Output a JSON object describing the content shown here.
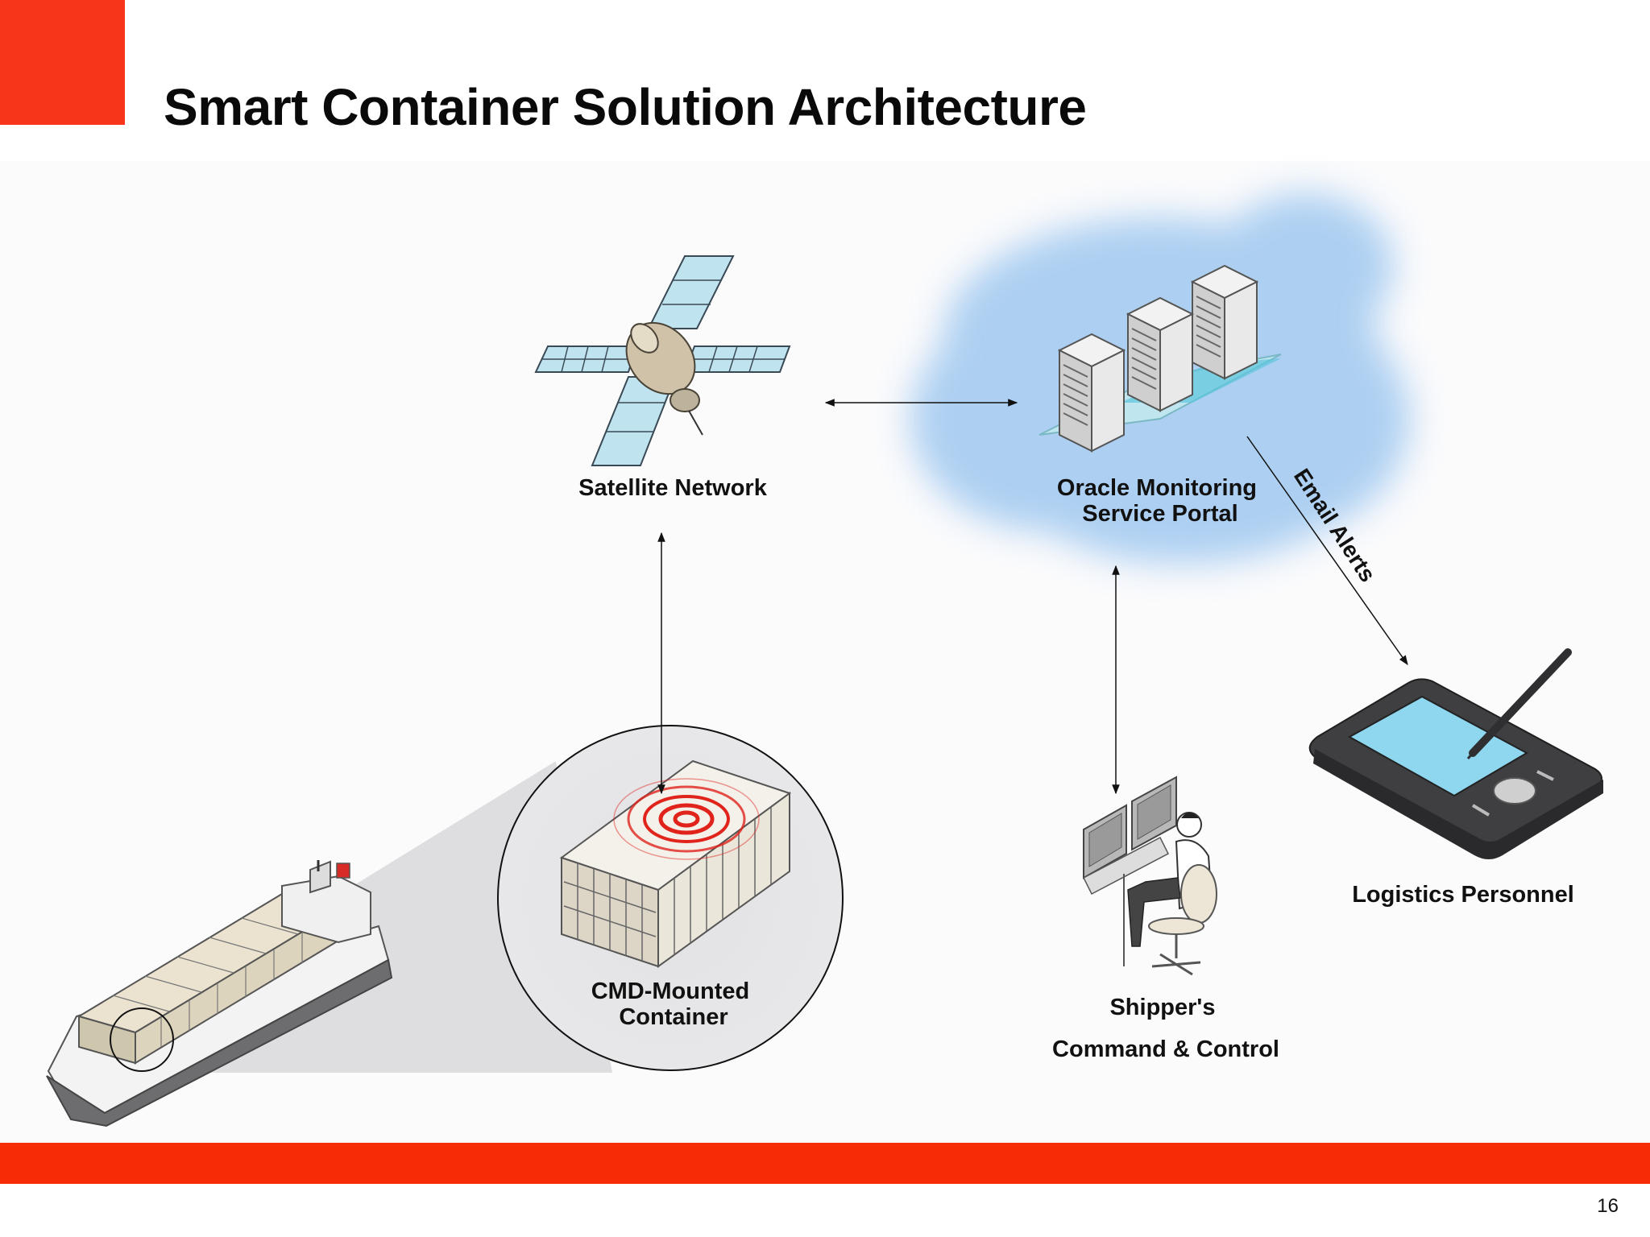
{
  "slide": {
    "title": "Smart Container Solution Architecture",
    "page_number": "16",
    "accent_color": "#f6351a"
  },
  "diagram": {
    "nodes": {
      "satellite": {
        "label": "Satellite Network",
        "icon": "satellite-icon"
      },
      "portal": {
        "label_line1": "Oracle Monitoring",
        "label_line2": "Service Portal",
        "icon": "server-cluster-icon"
      },
      "container": {
        "label_line1": "CMD-Mounted",
        "label_line2": "Container",
        "icon": "shipping-container-icon"
      },
      "ship": {
        "icon": "container-ship-icon"
      },
      "shipper": {
        "label_line1": "Shipper's",
        "label_line2": "Command & Control",
        "icon": "operator-workstation-icon"
      },
      "logistics": {
        "label": "Logistics Personnel",
        "icon": "tablet-stylus-icon"
      }
    },
    "edges": {
      "email_alerts": "Email Alerts"
    },
    "colors": {
      "cloud": "#a9cdf1",
      "signal": "#e0241c",
      "screen": "#8fd6ef",
      "footer": "#f72b06"
    }
  }
}
